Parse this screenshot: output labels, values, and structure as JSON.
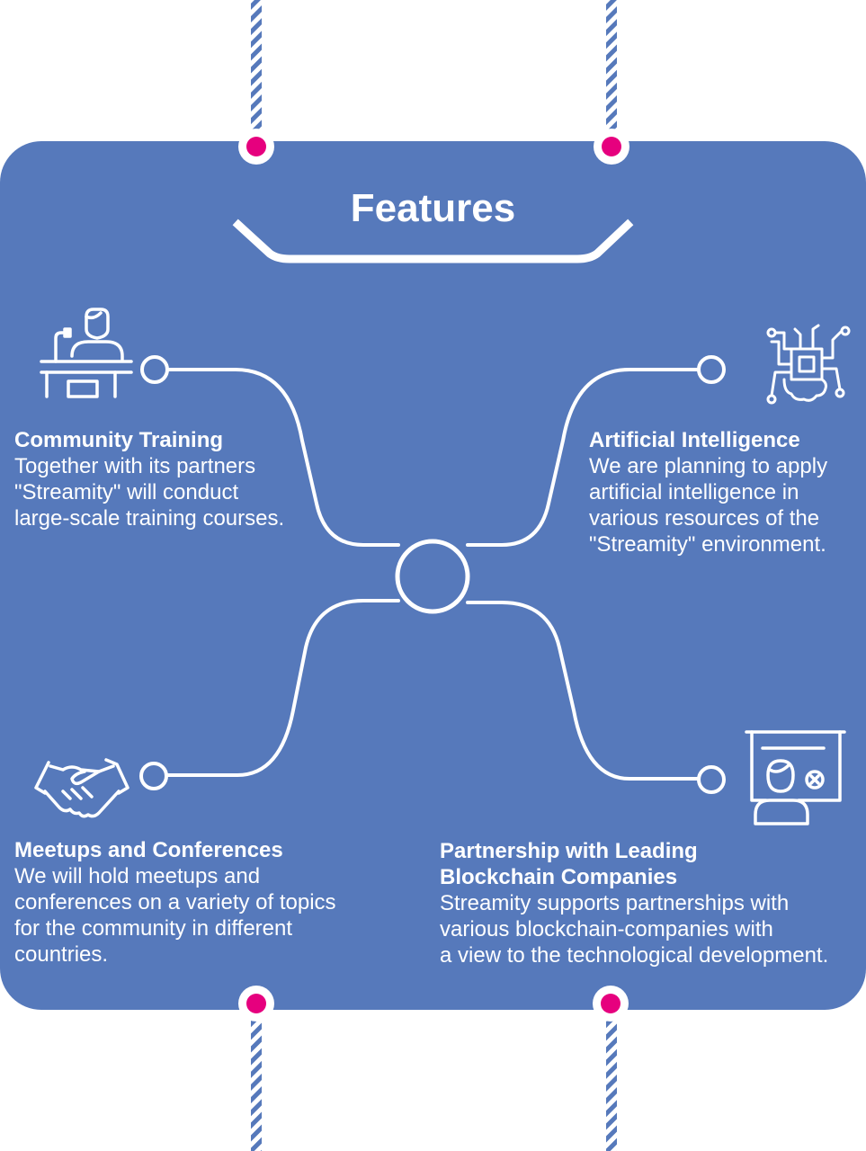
{
  "title": "Features",
  "colors": {
    "panel": "#5679BB",
    "line": "#ffffff",
    "accent_dot": "#E6007E",
    "dash_blue": "#5679BB"
  },
  "features": [
    {
      "heading": "Community Training",
      "description": "Together with its partners\n\"Streamity\" will conduct\nlarge-scale training courses.",
      "icon": "lecturer-podium-icon"
    },
    {
      "heading": "Artificial Intelligence",
      "description": "We are planning to apply\nartificial intelligence in\nvarious resources of the\n\"Streamity\" environment.",
      "icon": "ai-chip-brain-icon"
    },
    {
      "heading": "Meetups and Conferences",
      "description": "We will hold meetups and\nconferences on a variety of topics\nfor the community in different\ncountries.",
      "icon": "handshake-icon"
    },
    {
      "heading": "Partnership with Leading\nBlockchain Companies",
      "description": "Streamity supports partnerships with\nvarious blockchain-companies with\na view to the technological development.",
      "icon": "presentation-board-icon"
    }
  ]
}
